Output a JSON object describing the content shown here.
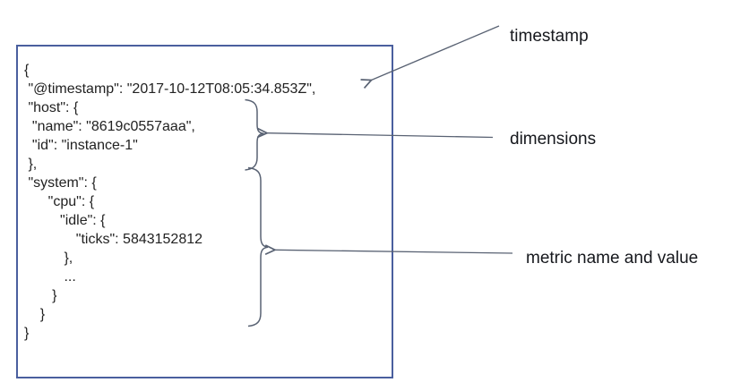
{
  "code_box": {
    "lines": [
      "{",
      " \"@timestamp\": \"2017-10-12T08:05:34.853Z\",",
      " \"host\": {",
      "  \"name\": \"8619c0557aaa\",",
      "  \"id\": \"instance-1\"",
      " },",
      " \"system\": {",
      "      \"cpu\": {",
      "         \"idle\": {",
      "             \"ticks\": 5843152812",
      "          },",
      "          ...",
      "       }",
      "    }",
      "}"
    ]
  },
  "annotations": [
    {
      "id": "timestamp",
      "label": "timestamp"
    },
    {
      "id": "dimensions",
      "label": "dimensions"
    },
    {
      "id": "metric",
      "label": "metric name and value"
    }
  ],
  "colors": {
    "box_border": "#4a5f9e",
    "annotation_stroke": "#596273",
    "code_text": "#222222",
    "label_text": "#16181d",
    "background": "#ffffff"
  }
}
